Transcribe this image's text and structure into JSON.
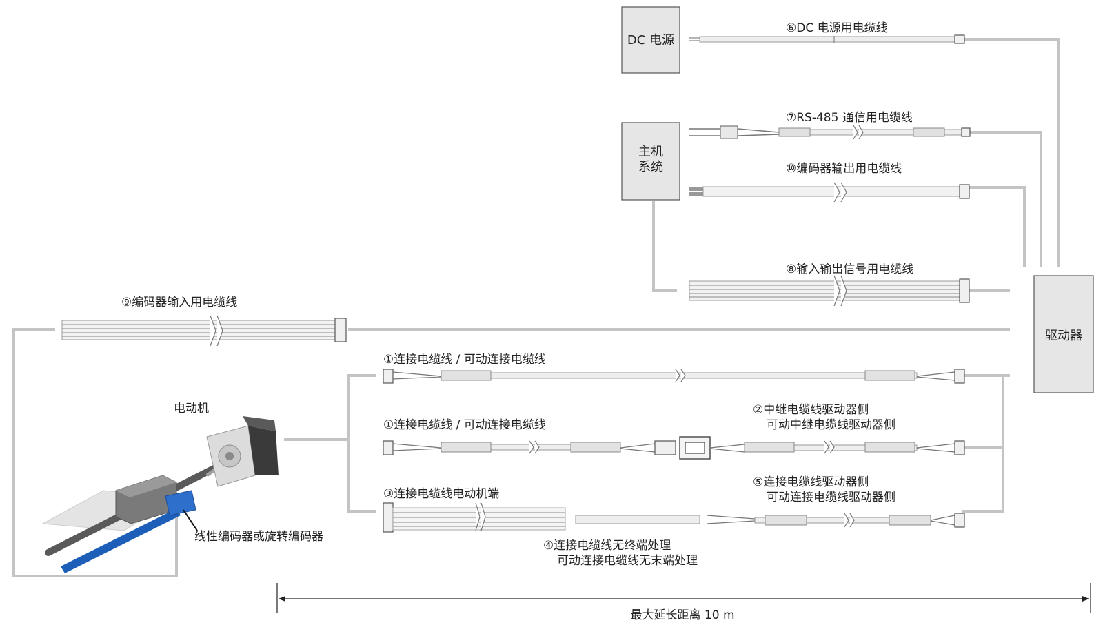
{
  "boxes": {
    "dc_power": "DC 电源",
    "host_line1": "主机",
    "host_line2": "系统",
    "driver": "驱动器"
  },
  "cables": {
    "c6": "⑥DC 电源用电缆线",
    "c7": "⑦RS-485 通信用电缆线",
    "c10": "⑩编码器输出用电缆线",
    "c8": "⑧输入输出信号用电缆线",
    "c9": "⑨编码器输入用电缆线",
    "c1a": "①连接电缆线 / 可动连接电缆线",
    "c1b": "①连接电缆线 / 可动连接电缆线",
    "c2_line1": "②中继电缆线驱动器侧",
    "c2_line2": "可动中继电缆线驱动器侧",
    "c3": "③连接电缆线电动机端",
    "c5_line1": "⑤连接电缆线驱动器侧",
    "c5_line2": "可动连接电缆线驱动器侧",
    "c4_line1": "④连接电缆线无终端处理",
    "c4_line2": "可动连接电缆线无末端处理"
  },
  "motor_label": "电动机",
  "encoder_label": "线性编码器或旋转编码器",
  "distance_label": "最大延长距离 10 m",
  "colors": {
    "connector_line": "#c4c4c4",
    "box_fill": "#e6e6e6",
    "box_stroke": "#555555",
    "scale_blue": "#1d5fb8"
  }
}
